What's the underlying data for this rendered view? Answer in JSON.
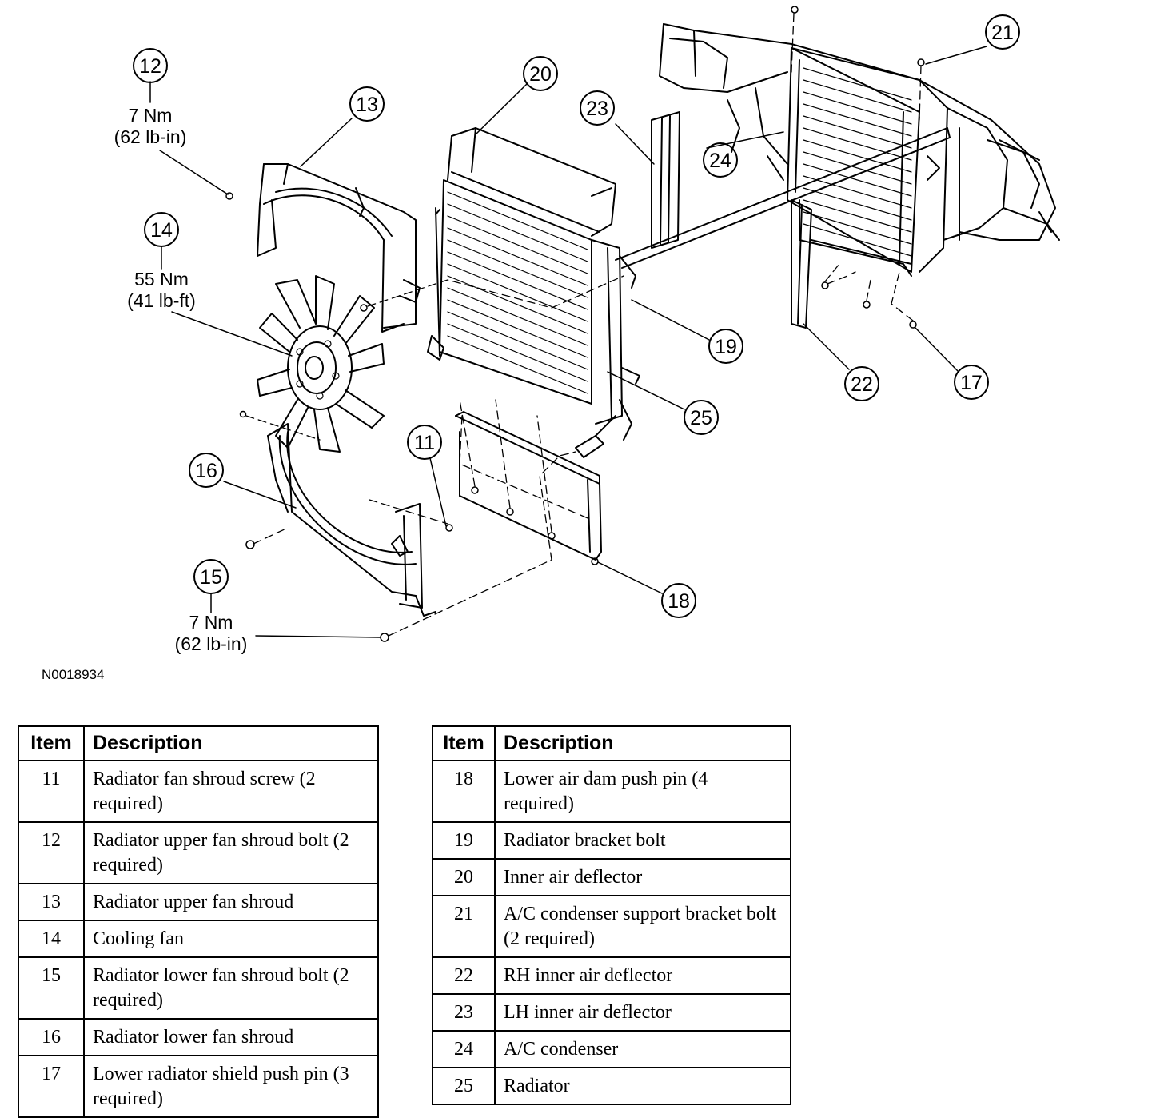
{
  "figure_id": "N0018934",
  "callouts": {
    "c11": "11",
    "c12": "12",
    "c13": "13",
    "c14": "14",
    "c15": "15",
    "c16": "16",
    "c17": "17",
    "c18": "18",
    "c19": "19",
    "c20": "20",
    "c21": "21",
    "c22": "22",
    "c23": "23",
    "c24": "24",
    "c25": "25"
  },
  "torque_specs": {
    "item12": {
      "metric": "7 Nm",
      "imperial": "(62 lb-in)"
    },
    "item14": {
      "metric": "55 Nm",
      "imperial": "(41 lb-ft)"
    },
    "item15": {
      "metric": "7 Nm",
      "imperial": "(62 lb-in)"
    }
  },
  "table_headers": {
    "item": "Item",
    "description": "Description"
  },
  "parts_left": [
    {
      "item": "11",
      "description": "Radiator fan shroud screw (2 required)"
    },
    {
      "item": "12",
      "description": "Radiator upper fan shroud bolt (2 required)"
    },
    {
      "item": "13",
      "description": "Radiator upper fan shroud"
    },
    {
      "item": "14",
      "description": "Cooling fan"
    },
    {
      "item": "15",
      "description": "Radiator lower fan shroud bolt (2 required)"
    },
    {
      "item": "16",
      "description": "Radiator lower fan shroud"
    },
    {
      "item": "17",
      "description": "Lower radiator shield push pin (3 required)"
    }
  ],
  "parts_right": [
    {
      "item": "18",
      "description": "Lower air dam push pin (4 required)"
    },
    {
      "item": "19",
      "description": "Radiator bracket bolt"
    },
    {
      "item": "20",
      "description": "Inner air deflector"
    },
    {
      "item": "21",
      "description": "A/C condenser support bracket bolt (2 required)"
    },
    {
      "item": "22",
      "description": "RH inner air deflector"
    },
    {
      "item": "23",
      "description": "LH inner air deflector"
    },
    {
      "item": "24",
      "description": "A/C condenser"
    },
    {
      "item": "25",
      "description": "Radiator"
    }
  ]
}
